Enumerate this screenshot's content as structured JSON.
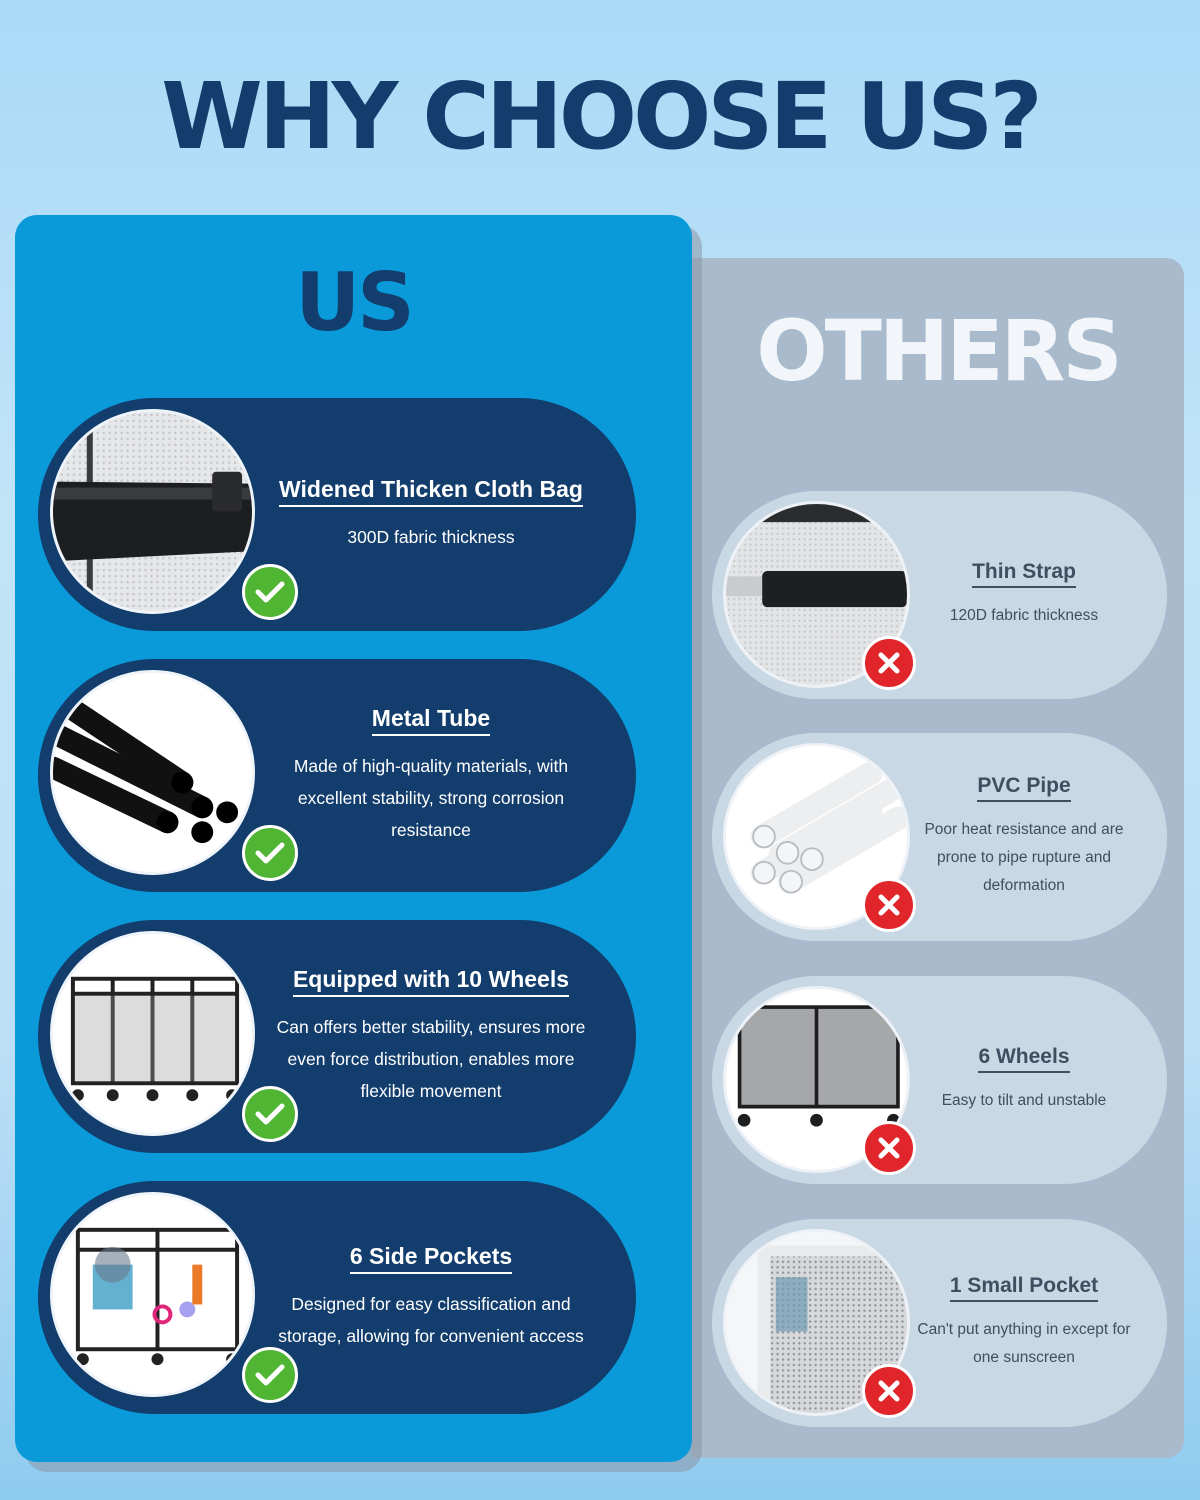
{
  "header": {
    "title": "WHY CHOOSE US?"
  },
  "columns": {
    "us_heading": "US",
    "others_heading": "OTHERS"
  },
  "us_items": [
    {
      "title": "Widened Thicken Cloth Bag",
      "description": "300D fabric thickness",
      "icon": "cloth-bag-image",
      "status_icon": "check-icon"
    },
    {
      "title": "Metal Tube",
      "description": "Made of high-quality materials, with excellent stability, strong corrosion resistance",
      "icon": "metal-tube-image",
      "status_icon": "check-icon"
    },
    {
      "title": "Equipped with 10 Wheels",
      "description": "Can offers better stability, ensures more even force distribution, enables more flexible movement",
      "icon": "cart-10-wheels-image",
      "status_icon": "check-icon"
    },
    {
      "title": "6 Side Pockets",
      "description": "Designed for easy classification and storage, allowing for convenient access",
      "icon": "cart-side-pockets-image",
      "status_icon": "check-icon"
    }
  ],
  "others_items": [
    {
      "title": "Thin Strap",
      "description": "120D fabric thickness",
      "icon": "thin-strap-image",
      "status_icon": "cross-icon"
    },
    {
      "title": "PVC Pipe",
      "description": "Poor heat resistance and are prone to pipe rupture and deformation",
      "icon": "pvc-pipe-image",
      "status_icon": "cross-icon"
    },
    {
      "title": "6 Wheels",
      "description": "Easy to tilt and unstable",
      "icon": "cart-6-wheels-image",
      "status_icon": "cross-icon"
    },
    {
      "title": "1 Small Pocket",
      "description": "Can't put anything in except for one sunscreen",
      "icon": "small-pocket-image",
      "status_icon": "cross-icon"
    }
  ],
  "colors": {
    "title_navy": "#123d6c",
    "us_panel": "#0a9ad9",
    "others_panel": "#a8bacb",
    "others_card": "#c9d8e5",
    "check_green": "#4fb532",
    "cross_red": "#e0262b"
  }
}
